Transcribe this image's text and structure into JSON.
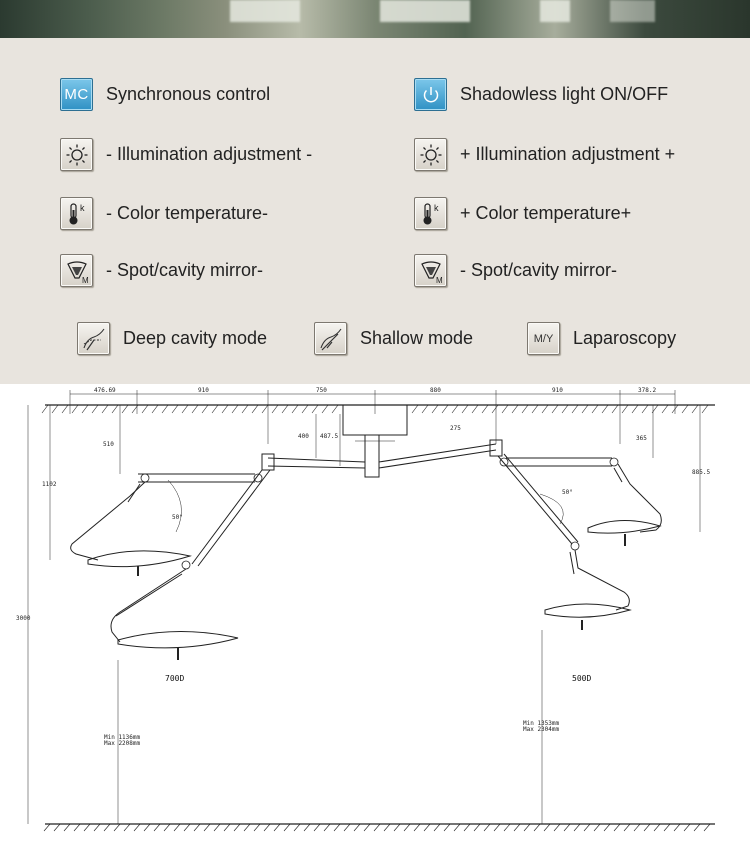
{
  "controls": {
    "left": [
      {
        "label": "Synchronous control",
        "icon": "mc-icon",
        "icon_text": "MC"
      },
      {
        "label": "- Illumination adjustment -",
        "icon": "sun-icon"
      },
      {
        "label": "- Color temperature-",
        "icon": "thermometer-icon",
        "icon_text": "k"
      },
      {
        "label": "- Spot/cavity mirror-",
        "icon": "spot-mirror-icon",
        "icon_text": "M"
      }
    ],
    "right": [
      {
        "label": "Shadowless light ON/OFF",
        "icon": "power-icon"
      },
      {
        "label": "+ Illumination adjustment +",
        "icon": "sun-icon"
      },
      {
        "label": "+ Color temperature+",
        "icon": "thermometer-icon",
        "icon_text": "k"
      },
      {
        "label": "- Spot/cavity mirror-",
        "icon": "spot-mirror-icon",
        "icon_text": "M"
      }
    ],
    "modes": [
      {
        "label": "Deep cavity mode",
        "icon": "deep-cavity-icon"
      },
      {
        "label": "Shallow mode",
        "icon": "shallow-mode-icon"
      },
      {
        "label": "Laparoscopy",
        "icon": "laparoscopy-icon",
        "icon_text": "M/Y"
      }
    ]
  },
  "drawing": {
    "dimensions": {
      "top_left_offset": "476.69",
      "arm_left": "910",
      "center_left": "750",
      "center_right": "880",
      "arm_right": "910",
      "top_right_offset": "378.2",
      "drop_left": "510",
      "ceiling_drop": "400",
      "column_height": "487.5",
      "cross_bar": "275",
      "drop_right": "365",
      "left_height": "1102",
      "right_height": "885.5",
      "floor_height": "3000",
      "angle_left": "50°",
      "angle_right": "50°"
    },
    "models": {
      "left": "700D",
      "right": "500D"
    },
    "ranges": {
      "left": {
        "min": "Min 1136mm",
        "max": "Max 2208mm"
      },
      "right": {
        "min": "Min 1353mm",
        "max": "Max 2304mm"
      }
    }
  },
  "colors": {
    "panel": "#e8e4de",
    "button_blue": "#2f91c4",
    "text": "#222222"
  }
}
